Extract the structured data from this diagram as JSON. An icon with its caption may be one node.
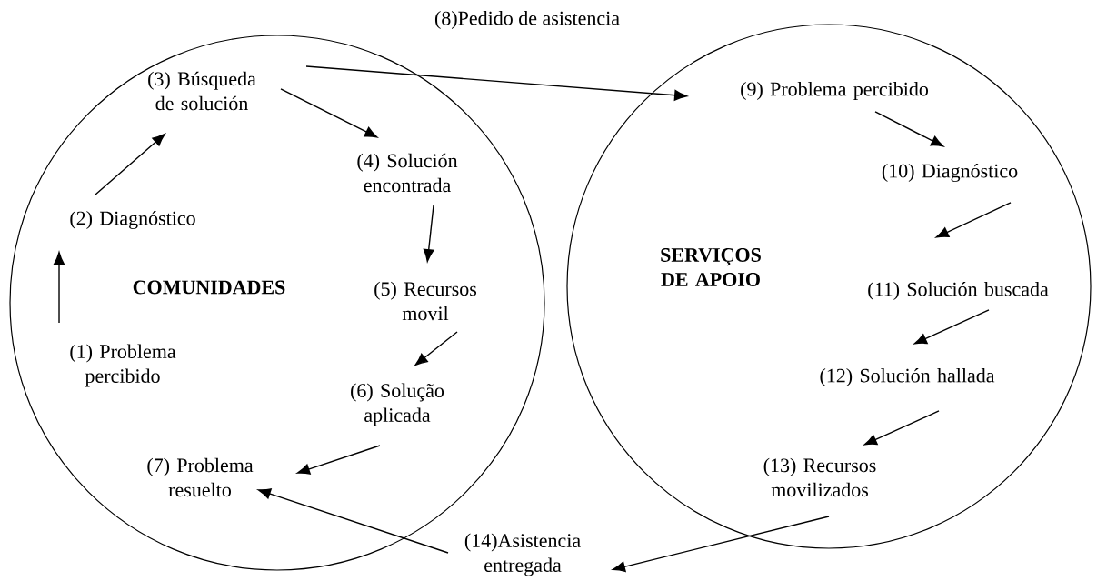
{
  "diagram": {
    "nodes": [
      {
        "text": [
          "COMUNIDADES"
        ]
      },
      {
        "text": [
          "(1) Problema percibido"
        ],
        "in": 0
      },
      {
        "text": [
          "(2) Diagnóstico"
        ],
        "in": 0
      },
      {
        "text": [
          "(3) Búsqueda de solución"
        ],
        "in": 0
      },
      {
        "text": [
          "(4) Solución encontrada"
        ],
        "in": 0
      },
      {
        "text": [
          "(5) Recursos movil"
        ],
        "in": 0
      },
      {
        "text": [
          "(6) Solução aplicada"
        ],
        "in": 0
      },
      {
        "text": [
          "(7) Problema resuelto"
        ],
        "in": 0
      },
      {
        "text": [
          "SERVIÇOS DE APOIO"
        ]
      },
      {
        "text": [
          "(9) Problema percibido"
        ],
        "in": 8
      },
      {
        "text": [
          "(10) Diagnóstico"
        ],
        "in": 8
      },
      {
        "text": [
          "(11) Solución buscada"
        ],
        "in": 8
      },
      {
        "text": [
          "(12) Solución hallada"
        ],
        "in": 8
      },
      {
        "text": [
          "(13) Recursos movilizados"
        ],
        "in": 8
      },
      {
        "text": [
          "(14)Asistencia entregada"
        ]
      }
    ],
    "edges": [
      {
        "from": 1,
        "to": 2,
        "arrow": "to"
      },
      {
        "from": 2,
        "to": 3,
        "arrow": "to"
      },
      {
        "from": 3,
        "to": 4,
        "arrow": "to"
      },
      {
        "from": 4,
        "to": 5,
        "arrow": "to"
      },
      {
        "from": 5,
        "to": 6,
        "arrow": "to"
      },
      {
        "from": 6,
        "to": 7,
        "arrow": "to"
      },
      {
        "from": 3,
        "to": 9,
        "arrow": "to",
        "label": "(8)Pedido de asistencia"
      },
      {
        "from": 9,
        "to": 10,
        "arrow": "to"
      },
      {
        "from": 10,
        "to": 11,
        "arrow": "to"
      },
      {
        "from": 11,
        "to": 12,
        "arrow": "to"
      },
      {
        "from": 12,
        "to": 13,
        "arrow": "to"
      },
      {
        "from": 13,
        "to": 14,
        "arrow": "to"
      },
      {
        "from": 14,
        "to": 7,
        "arrow": "to"
      }
    ]
  }
}
